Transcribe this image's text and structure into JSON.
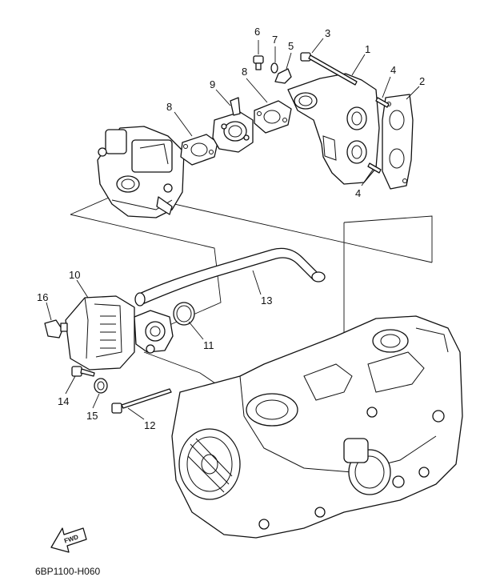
{
  "diagram": {
    "code": "6BP1100-H060",
    "direction_label": "FWD",
    "callouts": [
      "1",
      "2",
      "3",
      "4",
      "4",
      "5",
      "6",
      "7",
      "8",
      "8",
      "9",
      "10",
      "11",
      "12",
      "13",
      "14",
      "15",
      "16"
    ]
  }
}
